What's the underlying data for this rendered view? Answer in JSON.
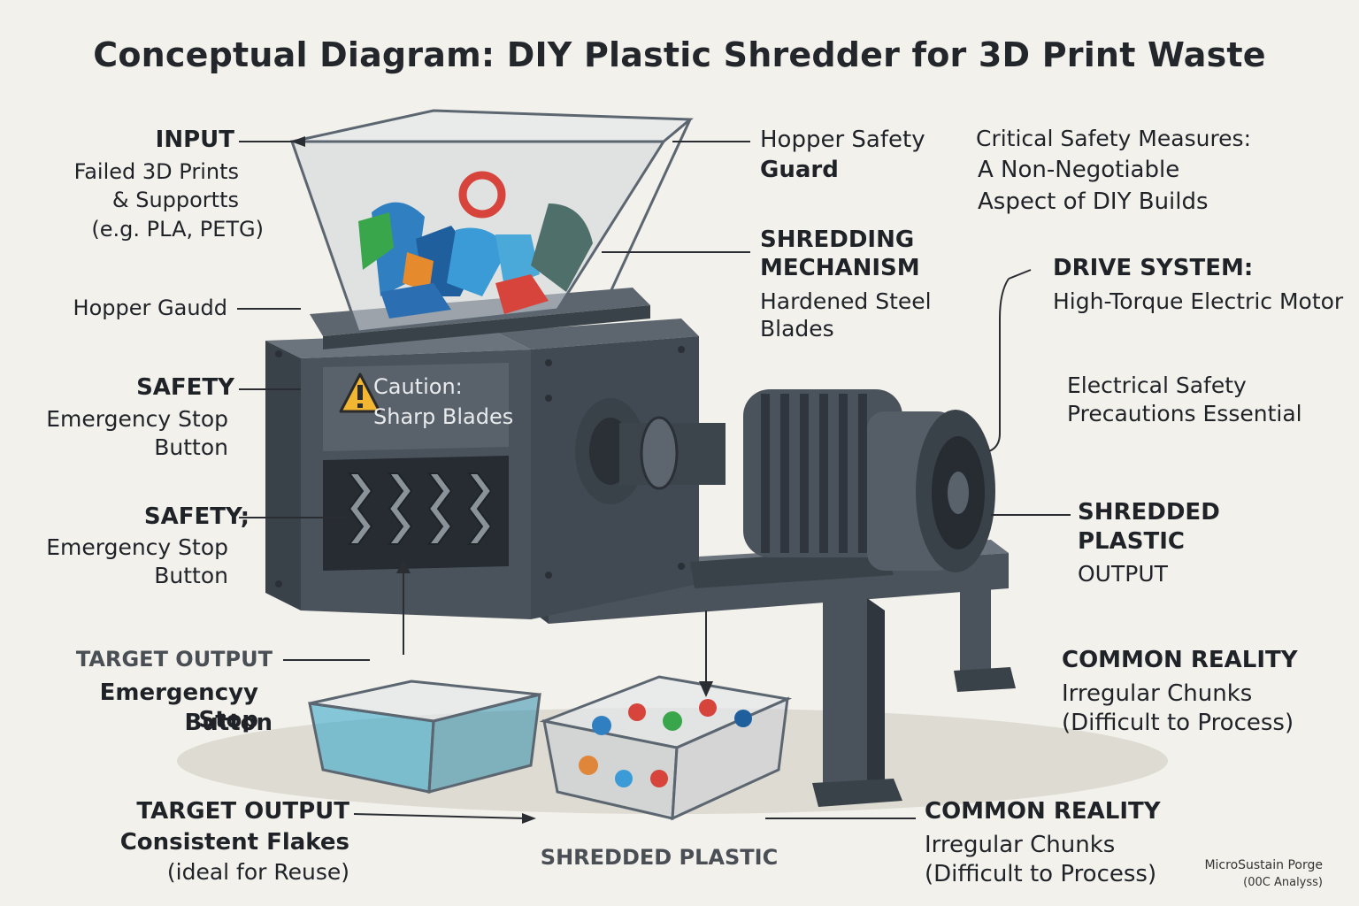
{
  "title": "Conceptual Diagram: DIY Plastic Shredder for 3D Print Waste",
  "left": {
    "input": {
      "heading": "INPUT",
      "line1": "Failed 3D Prints",
      "line2": "& Supportts",
      "line3": "(e.g. PLA, PETG)"
    },
    "hopper_guard": "Hopper Gaudd",
    "safety1": {
      "heading": "SAFETY",
      "line1": "Emergency Stop",
      "line2": "Button"
    },
    "safety2": {
      "heading": "SAFETY;",
      "line1": "Emergency Stop",
      "line2": "Button"
    },
    "target1": {
      "heading": "TARGET OUTPUT",
      "line1": "Emergencyy Stop",
      "line2": "Button"
    },
    "target2": {
      "heading": "TARGET OUTPUT",
      "line1": "Consistent Flakes",
      "line2": "(ideal for Reuse)"
    }
  },
  "center": {
    "caution_line1": "Caution:",
    "caution_line2": "Sharp Blades",
    "hopper_safety": {
      "line1": "Hopper Safety",
      "line2": "Guard"
    },
    "shredding": {
      "heading1": "SHREDDING",
      "heading2": "MECHANISM",
      "line1": "Hardened Steel",
      "line2": "Blades"
    },
    "shredded_plastic": "SHREDDED PLASTIC",
    "common_bottom": {
      "heading": "COMMON REALITY",
      "line1": "Irregular Chunks",
      "line2": "(Difficult to Process)"
    }
  },
  "right": {
    "critical": {
      "line1": "Critical Safety Measures:",
      "line2": "A Non-Negotiable",
      "line3": "Aspect of DIY Builds"
    },
    "drive": {
      "heading": "DRIVE SYSTEM:",
      "line1": "High-Torque Electric Motor"
    },
    "electrical": {
      "line1": "Electrical Safety",
      "line2": "Precautions Essential"
    },
    "shredded_output": {
      "heading1": "SHREDDED",
      "heading2": "PLASTIC",
      "line1": "OUTPUT"
    },
    "common_right": {
      "heading": "COMMON REALITY",
      "line1": "Irregular Chunks",
      "line2": "(Difficult to Process)"
    }
  },
  "credit": {
    "line1": "MicroSustain Porge",
    "line2": "(00C Analyss)"
  },
  "colors": {
    "machine": "#4a535c",
    "machine_dark": "#2f363d",
    "machine_light": "#6b747d",
    "caution": "#f2b632",
    "flakes": "#2aa4c9",
    "background": "#f3f1ec"
  }
}
